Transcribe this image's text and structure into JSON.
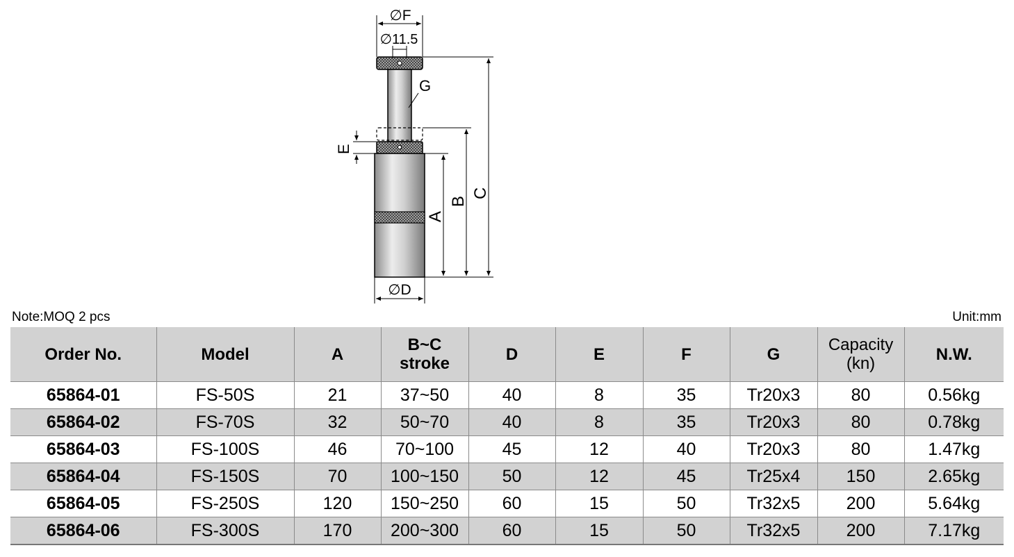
{
  "drawing": {
    "labels": {
      "F": "∅F",
      "d115": "∅11.5",
      "G": "G",
      "E": "E",
      "A": "A",
      "B": "B",
      "C": "C",
      "D": "∅D"
    }
  },
  "note": "Note:MOQ 2 pcs",
  "unit": "Unit:mm",
  "table": {
    "headers": {
      "order": "Order No.",
      "model": "Model",
      "a": "A",
      "bc_1": "B~C",
      "bc_2": "stroke",
      "d": "D",
      "e": "E",
      "f": "F",
      "g": "G",
      "cap_1": "Capacity",
      "cap_2": "(kn)",
      "nw": "N.W."
    },
    "rows": [
      [
        "65864-01",
        "FS-50S",
        "21",
        "37~50",
        "40",
        "8",
        "35",
        "Tr20x3",
        "80",
        "0.56kg"
      ],
      [
        "65864-02",
        "FS-70S",
        "32",
        "50~70",
        "40",
        "8",
        "35",
        "Tr20x3",
        "80",
        "0.78kg"
      ],
      [
        "65864-03",
        "FS-100S",
        "46",
        "70~100",
        "45",
        "12",
        "40",
        "Tr20x3",
        "80",
        "1.47kg"
      ],
      [
        "65864-04",
        "FS-150S",
        "70",
        "100~150",
        "50",
        "12",
        "45",
        "Tr25x4",
        "150",
        "2.65kg"
      ],
      [
        "65864-05",
        "FS-250S",
        "120",
        "150~250",
        "60",
        "15",
        "50",
        "Tr32x5",
        "200",
        "5.64kg"
      ],
      [
        "65864-06",
        "FS-300S",
        "170",
        "200~300",
        "60",
        "15",
        "50",
        "Tr32x5",
        "200",
        "7.17kg"
      ]
    ]
  }
}
